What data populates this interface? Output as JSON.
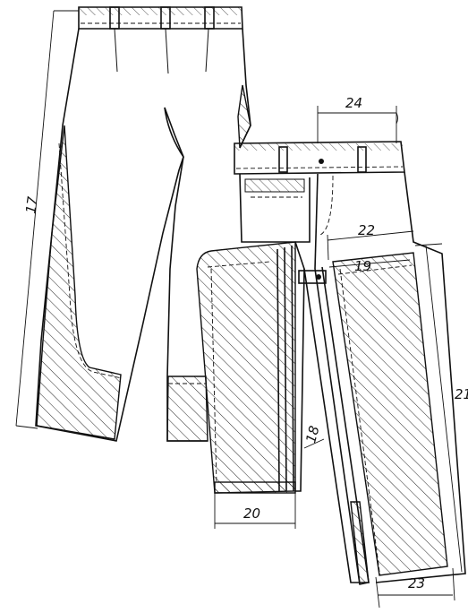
{
  "colors": {
    "line": "#111111",
    "background": "#ffffff",
    "hatch": "#111111"
  },
  "dimensions": {
    "d17": "17",
    "d24": "24",
    "d22": "22",
    "d19": "19",
    "d21": "21",
    "d18": "18",
    "d20": "20",
    "d23": "23"
  }
}
